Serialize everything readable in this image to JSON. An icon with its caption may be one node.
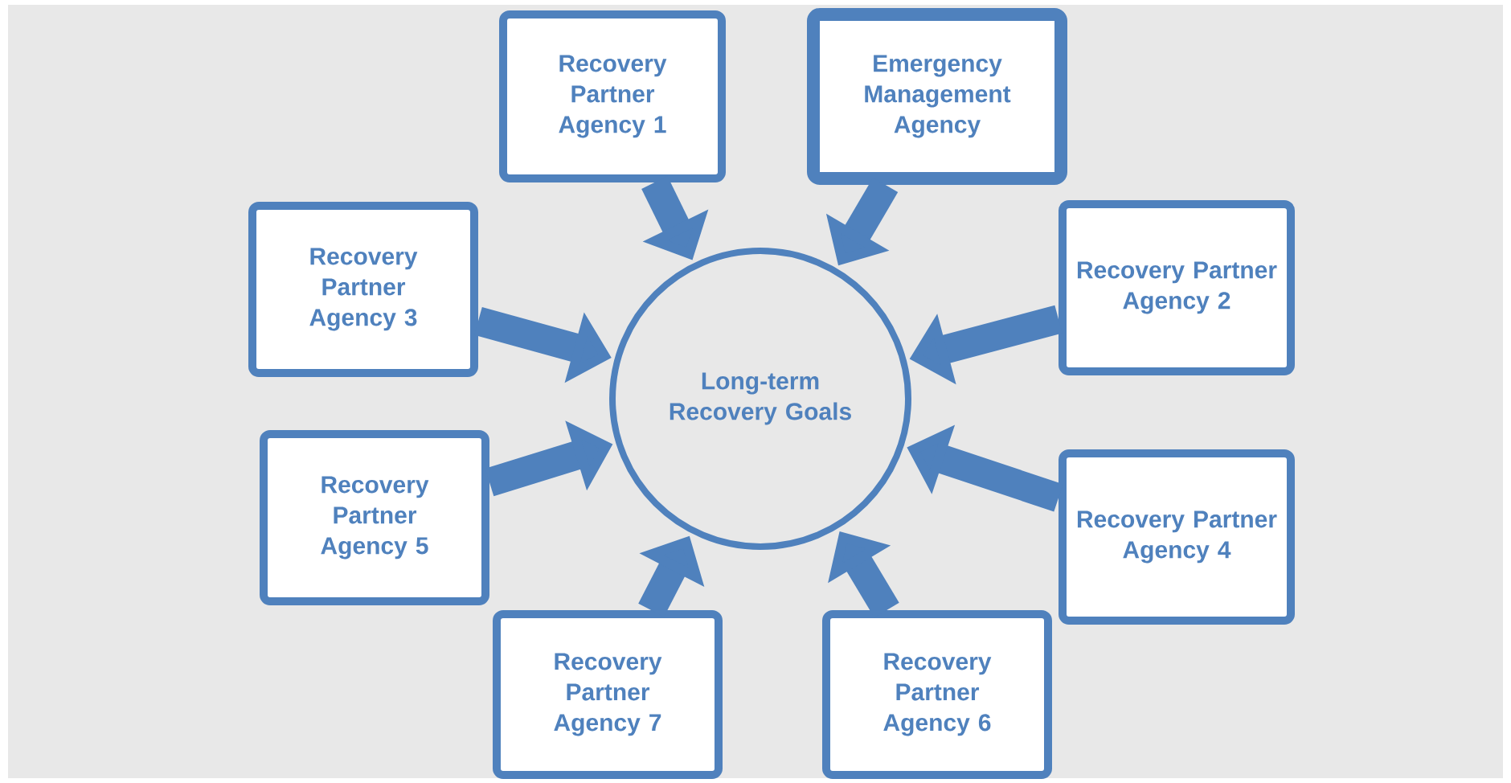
{
  "diagram": {
    "nodes": [
      {
        "text": [
          "Recovery Partner Agency 1"
        ]
      },
      {
        "text": [
          "Emergency Management Agency"
        ]
      },
      {
        "text": [
          "Recovery Partner Agency 3"
        ]
      },
      {
        "text": [
          "Recovery Partner Agency 2"
        ]
      },
      {
        "text": [
          "Long-term Recovery Goals"
        ]
      },
      {
        "text": [
          "Recovery Partner Agency 5"
        ]
      },
      {
        "text": [
          "Recovery Partner Agency 4"
        ]
      },
      {
        "text": [
          "Recovery Partner Agency 7"
        ]
      },
      {
        "text": [
          "Recovery Partner Agency 6"
        ]
      }
    ],
    "edges": [
      {
        "from": 0,
        "to": 4,
        "arrow": "to"
      },
      {
        "from": 1,
        "to": 4,
        "arrow": "to"
      },
      {
        "from": 2,
        "to": 4,
        "arrow": "to"
      },
      {
        "from": 3,
        "to": 4,
        "arrow": "to"
      },
      {
        "from": 5,
        "to": 4,
        "arrow": "to"
      },
      {
        "from": 6,
        "to": 4,
        "arrow": "to"
      },
      {
        "from": 7,
        "to": 4,
        "arrow": "to"
      },
      {
        "from": 8,
        "to": 4,
        "arrow": "to"
      }
    ]
  }
}
